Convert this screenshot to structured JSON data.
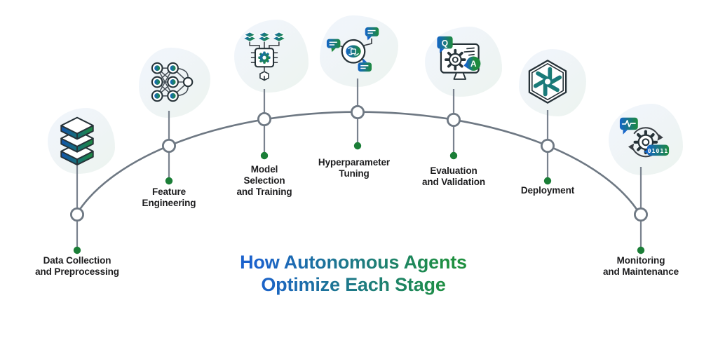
{
  "title": {
    "text": "How Autonomous Agents\nOptimize Each Stage"
  },
  "stages": [
    {
      "id": "data-collection",
      "label": "Data Collection\nand Preprocessing",
      "icon": "data-layers-icon"
    },
    {
      "id": "feature-engineering",
      "label": "Feature\nEngineering",
      "icon": "neural-network-icon"
    },
    {
      "id": "model-selection",
      "label": "Model\nSelection\nand Training",
      "icon": "ai-chip-icon"
    },
    {
      "id": "hyperparameter-tuning",
      "label": "Hyperparameter\nTuning",
      "icon": "brain-chat-icon"
    },
    {
      "id": "evaluation-validation",
      "label": "Evaluation\nand Validation",
      "icon": "qa-monitor-icon"
    },
    {
      "id": "deployment",
      "label": "Deployment",
      "icon": "ai-hexagon-icon"
    },
    {
      "id": "monitoring-maintenance",
      "label": "Monitoring\nand Maintenance",
      "icon": "monitoring-gear-icon"
    }
  ],
  "icon_glyphs": {
    "question": "Q",
    "answer": "A",
    "binary": "01011"
  },
  "colors": {
    "title_blue": "#1b62cc",
    "title_green": "#1f9040",
    "icon_blue": "#1565c8",
    "icon_green": "#1e8a3e",
    "line_gray": "#6e7883",
    "dot_green": "#1b7e37",
    "text_dark": "#1d1d1f",
    "outline_dark": "#263238"
  }
}
